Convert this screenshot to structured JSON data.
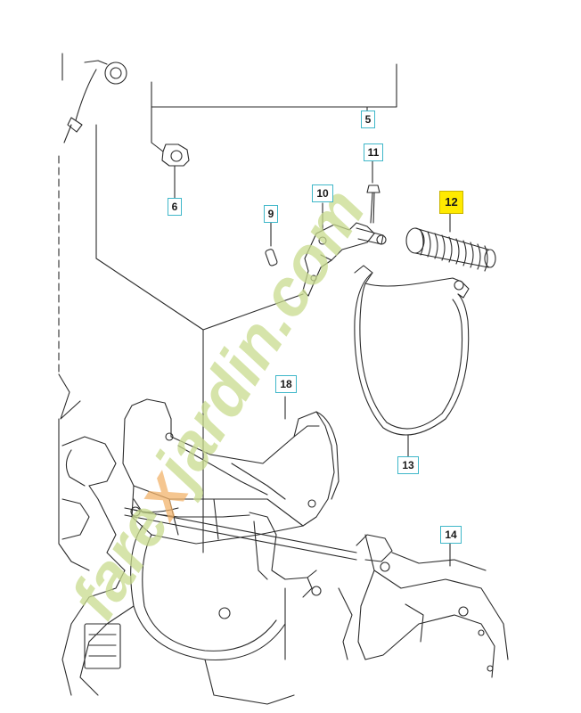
{
  "labels": {
    "p5": "5",
    "p6": "6",
    "p9": "9",
    "p10": "10",
    "p11": "11",
    "p12": "12",
    "p13": "13",
    "p14": "14",
    "p18": "18"
  },
  "highlighted_part": "12",
  "colors": {
    "line": "#2b2b2b",
    "label_border": "#3fb7c9",
    "highlight": "#ffea00",
    "watermark_green": "#c9dc8e",
    "watermark_orange": "#f2b36b"
  },
  "watermark": {
    "text_a": "fare",
    "text_b": "x",
    "text_c": "jardin",
    "text_d": ".com"
  }
}
